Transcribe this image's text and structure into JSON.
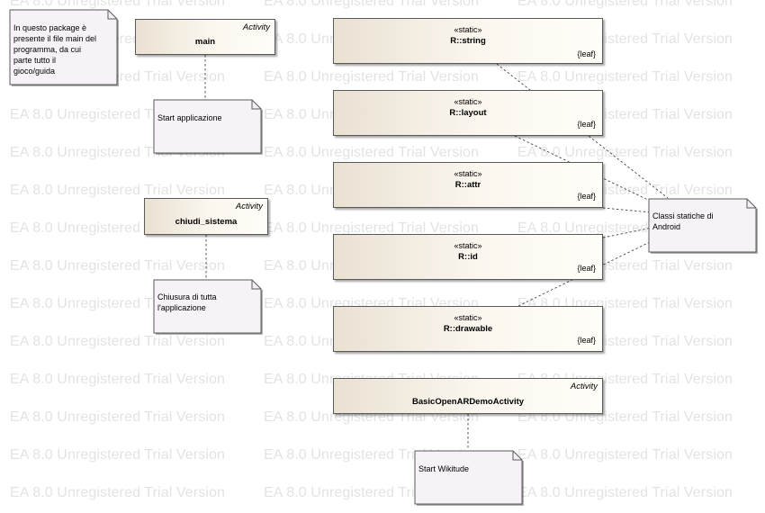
{
  "watermark_text": "EA 8.0 Unregistered Trial Version",
  "activities": {
    "main": {
      "keyword": "Activity",
      "name": "main"
    },
    "chiudi": {
      "keyword": "Activity",
      "name": "chiudi_sistema"
    },
    "basic": {
      "keyword": "Activity",
      "name": "BasicOpenARDemoActivity"
    }
  },
  "static_classes": [
    {
      "stereotype": "«static»",
      "name": "R::string",
      "tag": "{leaf}"
    },
    {
      "stereotype": "«static»",
      "name": "R::layout",
      "tag": "{leaf}"
    },
    {
      "stereotype": "«static»",
      "name": "R::attr",
      "tag": "{leaf}"
    },
    {
      "stereotype": "«static»",
      "name": "R::id",
      "tag": "{leaf}"
    },
    {
      "stereotype": "«static»",
      "name": "R::drawable",
      "tag": "{leaf}"
    }
  ],
  "notes": {
    "package": [
      "In questo package è",
      "presente il file main del",
      "programma, da cui",
      "parte tutto il",
      "gioco/guida"
    ],
    "start_app": [
      "Start applicazione"
    ],
    "chiusura": [
      "Chiusura di tutta",
      "l'applicazione"
    ],
    "classi": [
      "Classi statiche di",
      "Android"
    ],
    "wikitude": [
      "Start Wikitude"
    ]
  },
  "colors": {
    "element_fill_left": "#e9e1d2",
    "element_fill_right": "#fffdf8",
    "note_fill": "#f7f2f7",
    "border": "#5a5a5a",
    "watermark": "#e3e3e3"
  }
}
